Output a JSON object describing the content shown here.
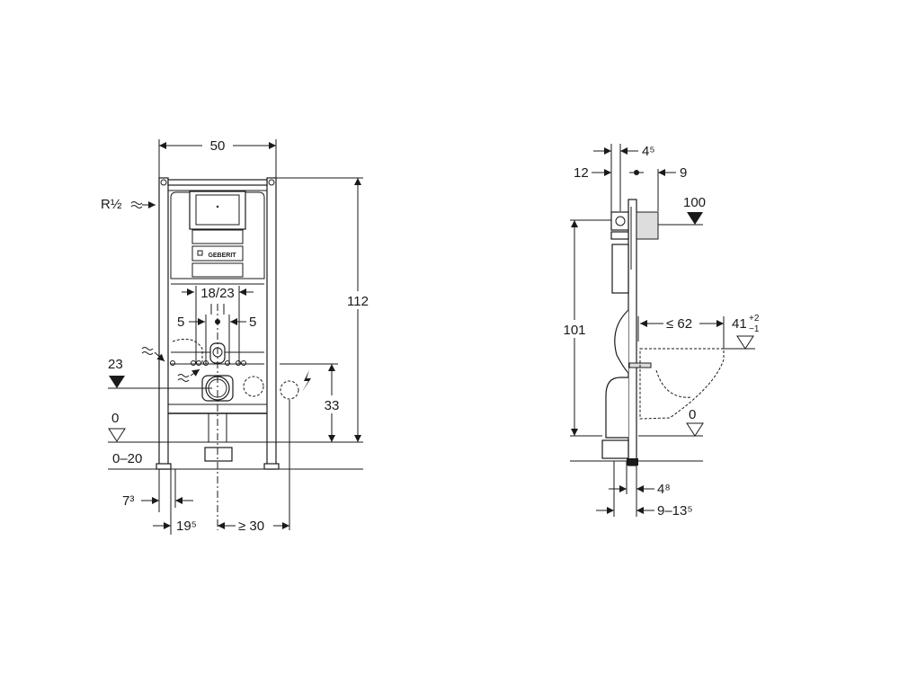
{
  "front_view": {
    "width": "50",
    "water_inlet": "R½",
    "flush_width": "18/23",
    "offset_left": "5",
    "offset_right": "5",
    "height_total": "112",
    "drain_height": "23",
    "electric_height": "33",
    "floor_level": "0",
    "floor_range": "0–20",
    "leg_offset": "7³",
    "axis_offset": "19⁵",
    "electric_distance": "≥ 30",
    "brand_logo": "GEBERIT"
  },
  "side_view": {
    "top_offset": "4⁵",
    "cistern_depth": "12",
    "box_depth": "9",
    "box_height": "100",
    "frame_height": "101",
    "bowl_projection": "≤ 62",
    "bowl_height": "41",
    "bowl_tol_plus": "+2",
    "bowl_tol_minus": "−1",
    "floor_level": "0",
    "pipe_offset": "4⁸",
    "wall_range": "9–13⁵"
  },
  "colors": {
    "line": "#1a1a1a",
    "background": "#ffffff"
  }
}
